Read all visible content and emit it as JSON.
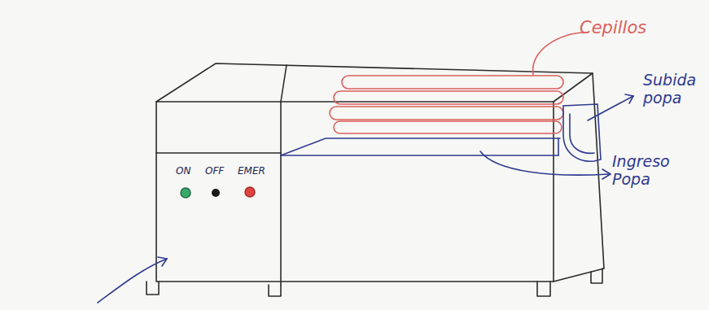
{
  "diagram": {
    "labels": [
      "Cepillos",
      "Subida popa",
      "Ingreso Popa",
      "ON",
      "OFF",
      "EMER"
    ]
  }
}
